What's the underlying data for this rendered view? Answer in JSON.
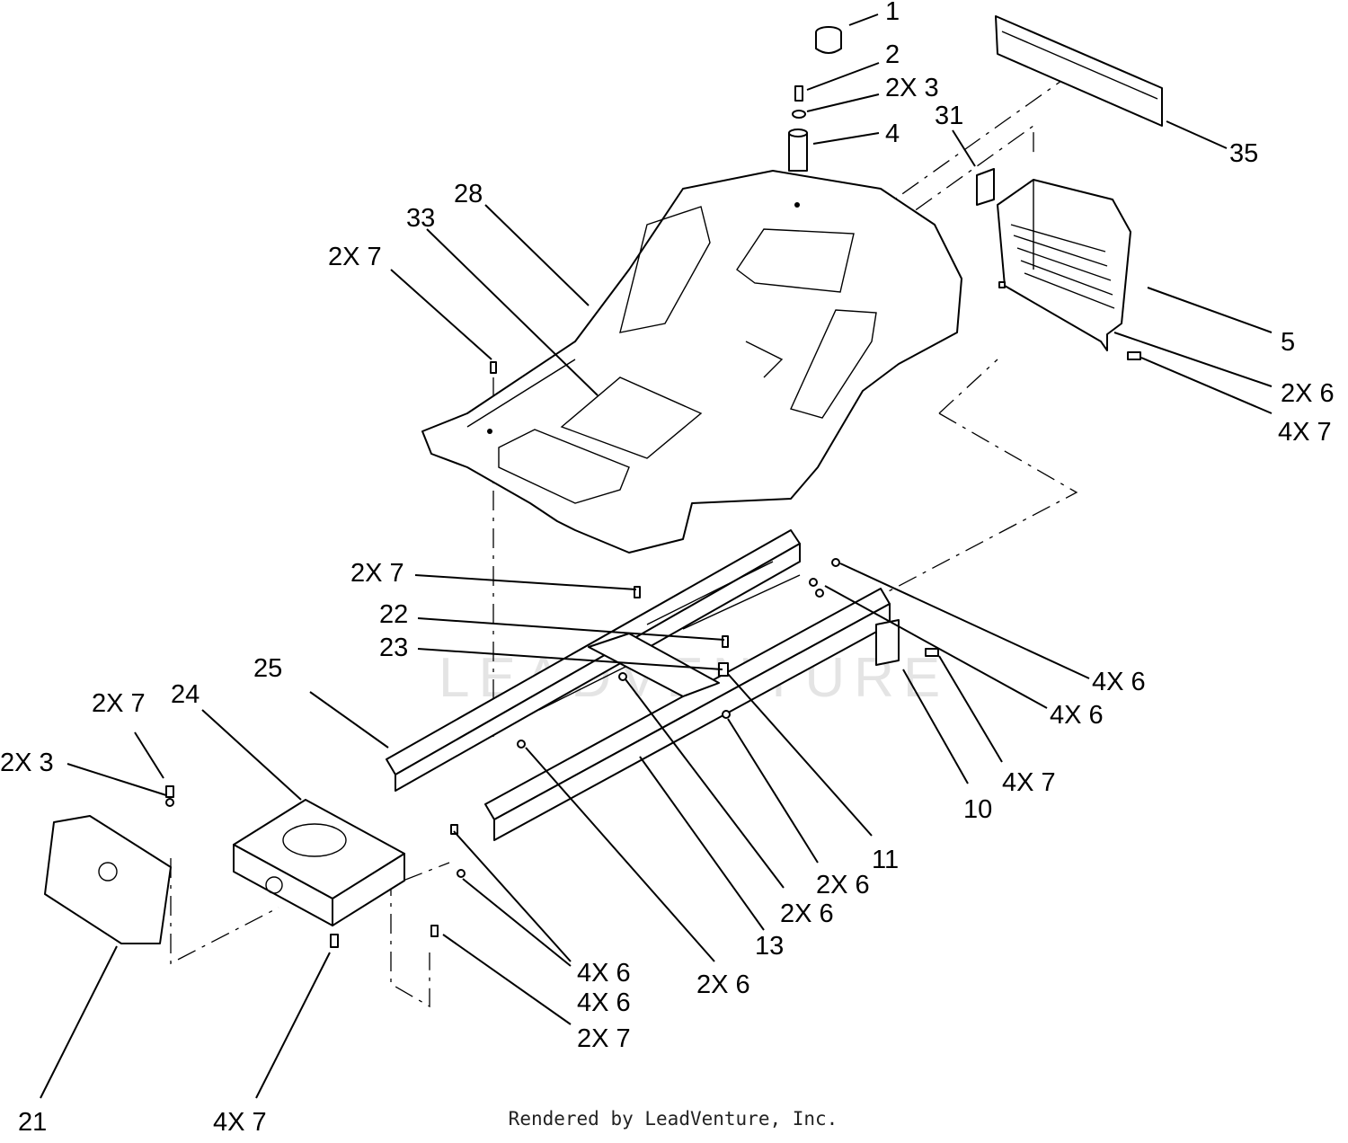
{
  "watermark": "LEADVENTURE",
  "footer": "Rendered by LeadVenture, Inc.",
  "callouts": [
    "1",
    "2",
    "2X 3",
    "4",
    "31",
    "35",
    "28",
    "33",
    "2X 7",
    "5",
    "2X 6",
    "4X 7",
    "2X 7",
    "22",
    "23",
    "4X 6",
    "4X 6",
    "25",
    "4X 7",
    "10",
    "11",
    "2X 6",
    "2X 6",
    "13",
    "2X 6",
    "24",
    "2X 7",
    "2X 3",
    "21",
    "4X 7",
    "4X 6",
    "4X 6",
    "2X 7"
  ],
  "icons": [
    "seat-knob",
    "bolt",
    "washer",
    "spacer",
    "decal",
    "rear-bracket",
    "fender-pan",
    "cover",
    "frame-rail-left",
    "frame-rail-right",
    "pivot-bracket",
    "front-bracket",
    "support-plate"
  ]
}
